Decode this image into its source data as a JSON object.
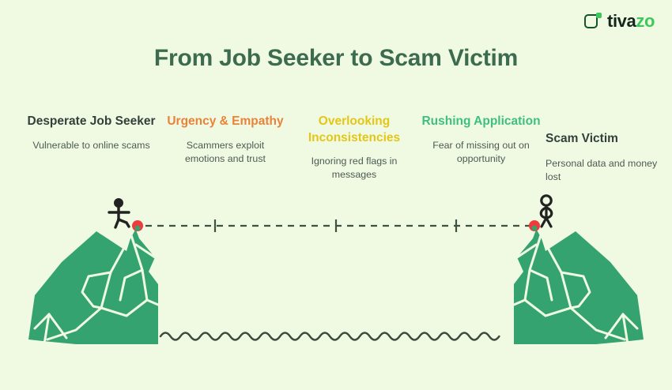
{
  "brand": {
    "name_part1": "tiva",
    "name_part2": "zo",
    "icon": "bracket-square-icon"
  },
  "header": {
    "title": "From Job Seeker to Scam Victim",
    "title_color": "#3c6b4f"
  },
  "background_color": "#f0fae2",
  "stages": [
    {
      "title": "Desperate Job Seeker",
      "desc": "Vulnerable to online scams",
      "color": "#33403a"
    },
    {
      "title": "Urgency & Empathy",
      "desc": "Scammers exploit emotions and trust",
      "color": "#e8833a"
    },
    {
      "title": "Overlooking Inconsistencies",
      "desc": "Ignoring red flags in messages",
      "color": "#e3c617"
    },
    {
      "title": "Rushing Application",
      "desc": "Fear of missing out on opportunity",
      "color": "#3fbf7f"
    },
    {
      "title": "Scam Victim",
      "desc": "Personal data and money lost",
      "color": "#33403a"
    }
  ],
  "scene": {
    "cliff_color": "#35a36f",
    "cliff_detail_color": "#f0fae2",
    "figure_color": "#222222",
    "marker_color": "#ef3b3b",
    "path_color": "#3d5240",
    "water_color": "#3d4a3c",
    "left_figure": "stick-figure-walking",
    "right_figure": "stick-figure-standing",
    "path_tick_count": 3
  }
}
